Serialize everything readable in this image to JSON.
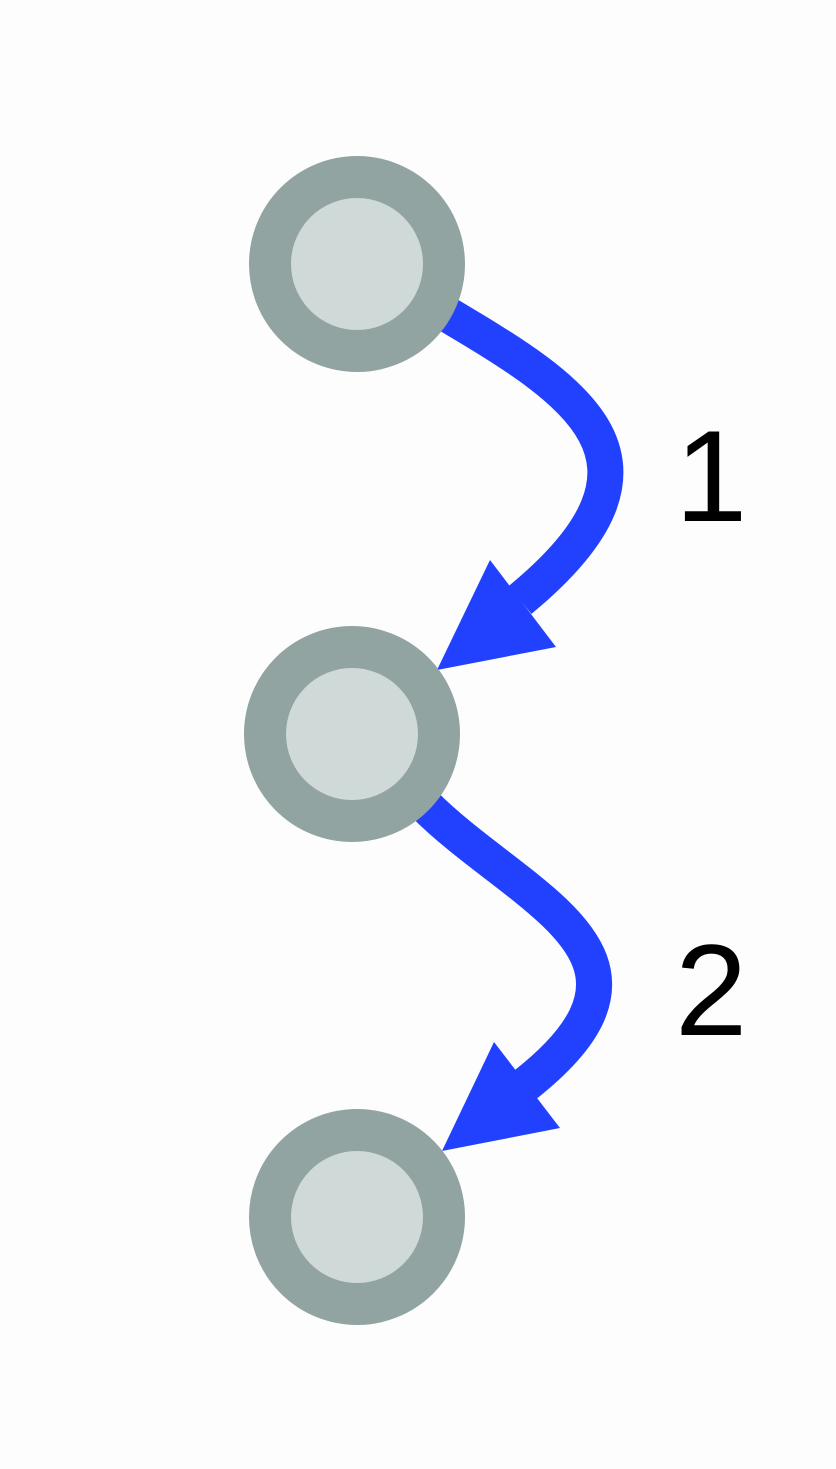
{
  "diagram": {
    "type": "directed-graph",
    "nodes": [
      {
        "id": "node-1"
      },
      {
        "id": "node-2"
      },
      {
        "id": "node-3"
      }
    ],
    "edges": [
      {
        "from": "node-1",
        "to": "node-2",
        "label": "1"
      },
      {
        "from": "node-2",
        "to": "node-3",
        "label": "2"
      }
    ]
  },
  "colors": {
    "background": "#fdfdfd",
    "node_fill": "#cfd9d7",
    "node_stroke": "#91a4a1",
    "edge": "#2141fe",
    "label": "#000000"
  }
}
